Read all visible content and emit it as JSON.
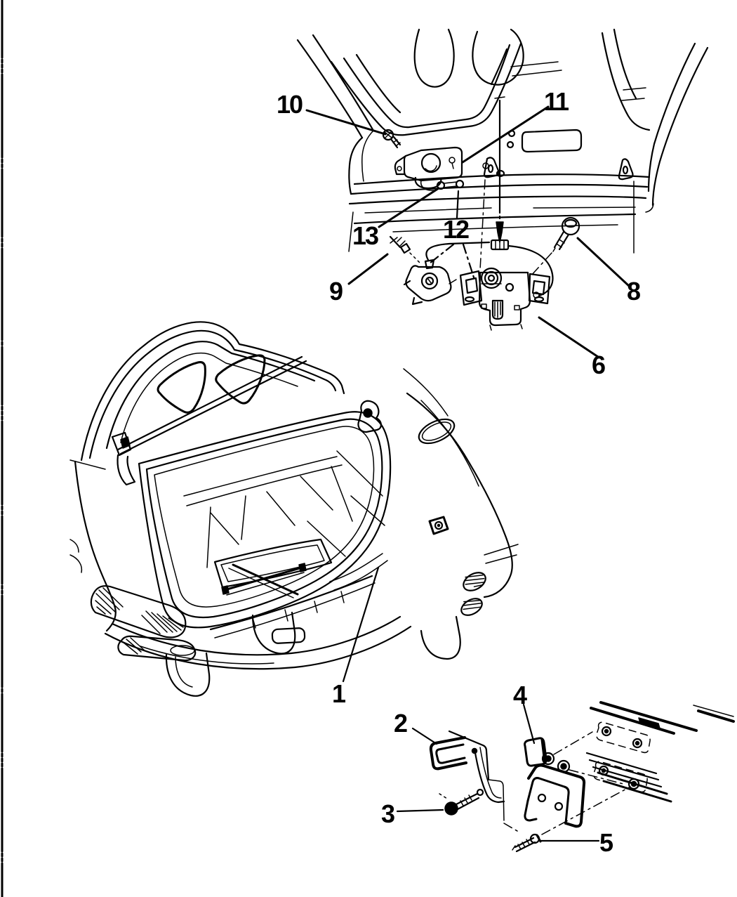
{
  "figure": {
    "kind": "monochrome-parts-line-diagram",
    "colors": {
      "background": "#ffffff",
      "ink": "#000000"
    }
  },
  "callouts": {
    "1": "1",
    "2": "2",
    "3": "3",
    "4": "4",
    "5": "5",
    "6": "6",
    "8": "8",
    "9": "9",
    "10": "10",
    "11": "11",
    "12": "12",
    "13": "13"
  }
}
